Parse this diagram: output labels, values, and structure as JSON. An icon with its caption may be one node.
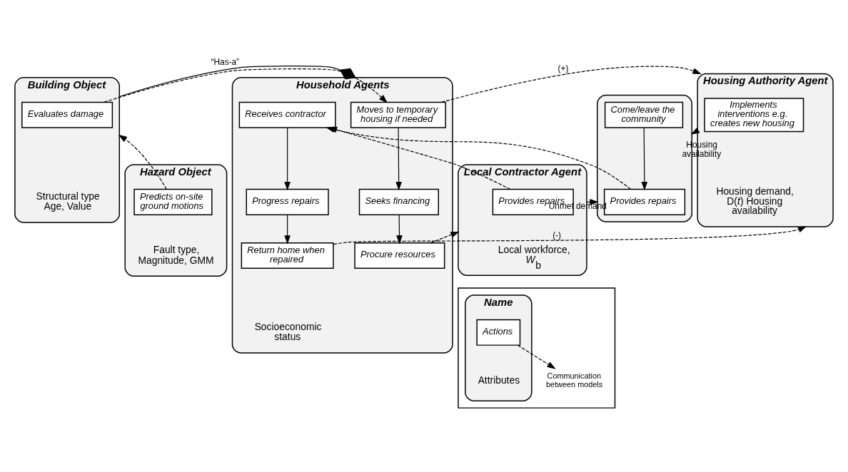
{
  "diagram": {
    "nodes": [
      {
        "text": [
          "Building Object",
          "Structural type Age, Value"
        ]
      },
      {
        "text": [
          "Evaluates damage"
        ],
        "in": 0
      },
      {
        "text": [
          "Hazard Object",
          "Fault type, Magnitude, GMM"
        ]
      },
      {
        "text": [
          "Predicts on-site ground motions"
        ],
        "in": 2
      },
      {
        "text": [
          "Household Agents",
          "Socioeconomic status"
        ]
      },
      {
        "text": [
          "Moves to temporary housing if needed"
        ],
        "in": 4
      },
      {
        "text": [
          "Seeks financing"
        ],
        "in": 4
      },
      {
        "text": [
          "Procure resources"
        ],
        "in": 4
      },
      {
        "text": [
          "Receives contractor"
        ],
        "in": 4
      },
      {
        "text": [
          "Progress repairs"
        ],
        "in": 4
      },
      {
        "text": [
          "Return home when repaired"
        ],
        "in": 4
      },
      {
        "text": [
          "Housing Authority Agent",
          "Housing demand, D(*t*) Housing availability"
        ]
      },
      {
        "text": [
          "Implements interventions e.g. creates new housing"
        ],
        "in": 11
      },
      {
        "text": [],
        "shape": "box"
      },
      {
        "text": [
          "Provides repairs"
        ],
        "in": 13
      },
      {
        "text": [
          "Come/leave the community"
        ],
        "in": 13
      },
      {
        "text": [
          "Local Contractor Agent",
          "Local workforce, *W*$_{b}$"
        ]
      },
      {
        "text": [
          "Provides repairs"
        ],
        "in": 16
      },
      {
        "text": [],
        "shape": "box"
      },
      {
        "text": [
          "Name",
          "Attributes"
        ],
        "in": 18
      },
      {
        "text": [
          "Actions"
        ],
        "in": 19
      },
      {
        "text": [
          "Communication between models"
        ],
        "in": 18
      }
    ],
    "edges": [
      {
        "from": 3,
        "to": 0,
        "arrow": "to",
        "style": "dashed"
      },
      {
        "from": 1,
        "to": 5,
        "arrow": "to",
        "style": "dashed"
      },
      {
        "from": 0,
        "to": 4,
        "arrow": "other",
        "label": "“Has-a”"
      },
      {
        "from": 5,
        "to": 6,
        "arrow": "to"
      },
      {
        "from": 6,
        "to": 7,
        "arrow": "to"
      },
      {
        "from": 8,
        "to": 9,
        "arrow": "to"
      },
      {
        "from": 9,
        "to": 10,
        "arrow": "to"
      },
      {
        "from": 5,
        "to": 11,
        "arrow": "to",
        "style": "dashed",
        "label": "(+)"
      },
      {
        "from": 10,
        "to": 11,
        "arrow": "to",
        "style": "dashed",
        "label": "(-)"
      },
      {
        "from": 11,
        "to": 13,
        "arrow": "to",
        "style": "dashed",
        "label": "Housing availability"
      },
      {
        "from": 15,
        "to": 14,
        "arrow": "to"
      },
      {
        "from": 14,
        "to": 8,
        "arrow": "to",
        "style": "dashed"
      },
      {
        "from": 17,
        "to": 8,
        "arrow": "to",
        "style": "dashed"
      },
      {
        "from": 7,
        "to": 16,
        "arrow": "to",
        "style": "dashed"
      },
      {
        "from": 16,
        "to": 13,
        "arrow": "to",
        "style": "dashed",
        "label": "Unmet demand"
      },
      {
        "from": 20,
        "to": 21,
        "arrow": "to",
        "style": "dashed"
      }
    ]
  }
}
